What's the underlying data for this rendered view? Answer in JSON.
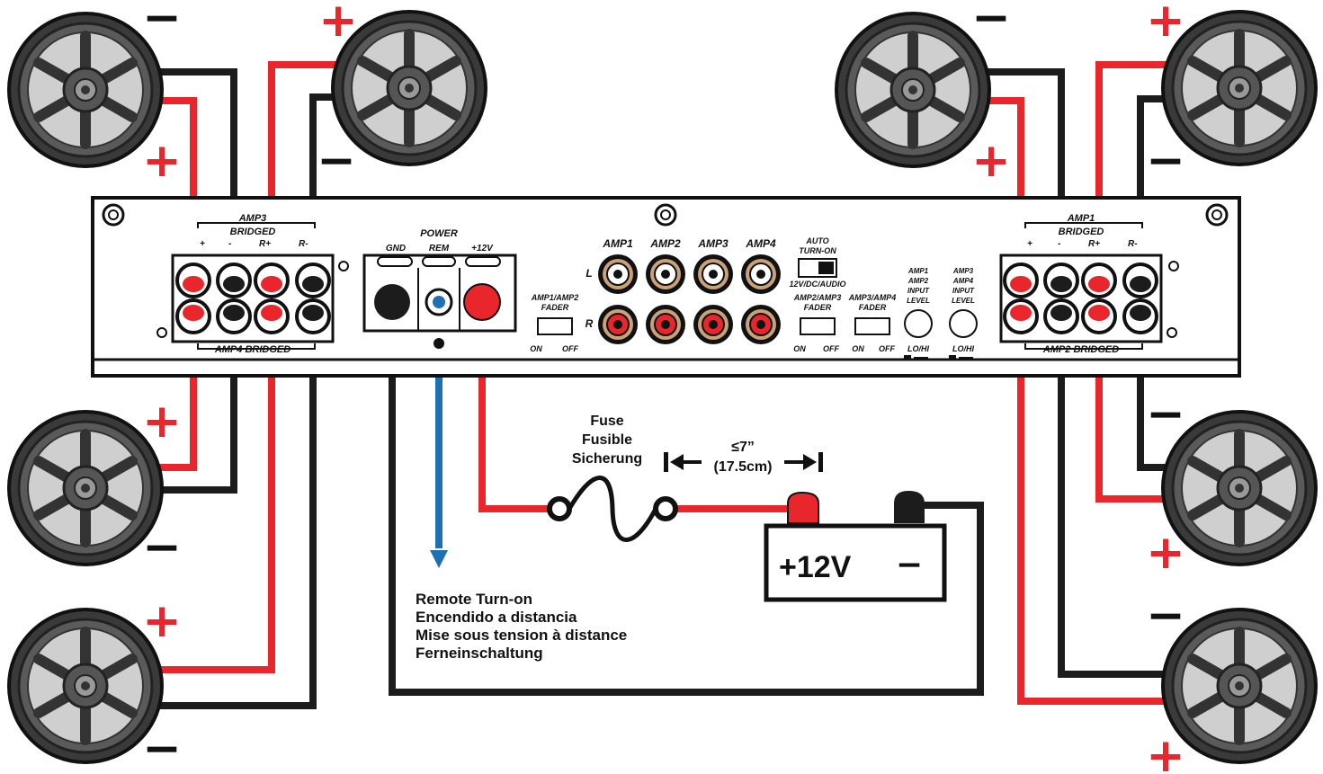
{
  "polarity": {
    "plus": "+",
    "minus": "−"
  },
  "amp": {
    "left_block": {
      "top": "AMP3",
      "bridged": "BRIDGED",
      "bottom": "AMP4 BRIDGED",
      "plus": "+",
      "minus": "-",
      "r_plus": "R+",
      "r_minus": "R-"
    },
    "right_block": {
      "top": "AMP1",
      "bridged": "BRIDGED",
      "bottom": "AMP2 BRIDGED",
      "plus": "+",
      "minus": "-",
      "r_plus": "R+",
      "r_minus": "R-"
    },
    "power": {
      "title": "POWER",
      "gnd": "GND",
      "rem": "REM",
      "v12": "+12V"
    },
    "channels": [
      "AMP1",
      "AMP2",
      "AMP3",
      "AMP4"
    ],
    "l": "L",
    "r": "R",
    "fader1": "AMP1/AMP2 FADER",
    "fader2": "AMP2/AMP3 FADER",
    "fader3": "AMP3/AMP4 FADER",
    "on": "ON",
    "off": "OFF",
    "auto_turn_on": "AUTO TURN-ON",
    "auto_mode": "12V/DC/AUDIO",
    "level1": "AMP1 AMP2 INPUT LEVEL",
    "level2": "AMP3 AMP4 INPUT LEVEL",
    "lohi": "LO/HI"
  },
  "fuse": {
    "l1": "Fuse",
    "l2": "Fusible",
    "l3": "Sicherung"
  },
  "distance": {
    "l1": "≤7”",
    "l2": "(17.5cm)"
  },
  "battery": {
    "plus_label": "+12V",
    "minus_label": "−"
  },
  "remote": {
    "l1": "Remote Turn-on",
    "l2": "Encendido a distancia",
    "l3": "Mise sous tension à distance",
    "l4": "Ferneinschaltung"
  },
  "colors": {
    "positive": "#e8262c",
    "negative": "#1c1c1c",
    "remote": "#1f6fb5"
  }
}
